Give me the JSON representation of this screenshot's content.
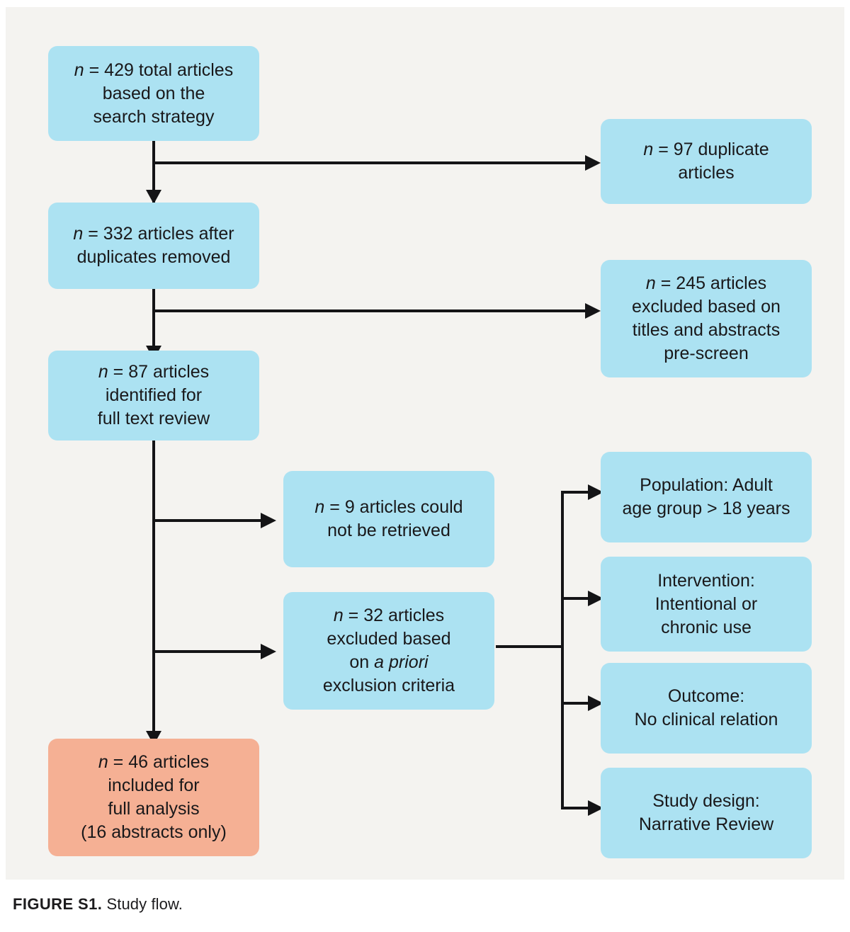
{
  "figure": {
    "caption_label": "FIGURE S1.",
    "caption_text": "Study flow.",
    "panel_background": "#f4f3f0",
    "node_fill_blue": "#ace2f2",
    "node_fill_salmon": "#f5b094",
    "connector_color": "#141416",
    "text_color": "#19181a"
  },
  "nodes": {
    "total_articles": {
      "line1_var": "n",
      "line1_rest": " = 429 total articles",
      "line2": "based on the",
      "line3": "search strategy"
    },
    "duplicates": {
      "line1_var": "n",
      "line1_rest": " = 97 duplicate",
      "line2": "articles"
    },
    "after_duplicates": {
      "line1_var": "n",
      "line1_rest": " = 332 articles after",
      "line2": "duplicates removed"
    },
    "excluded_prescreen": {
      "line1_var": "n",
      "line1_rest": " = 245 articles",
      "line2": "excluded based on",
      "line3": "titles and abstracts",
      "line4": "pre-screen"
    },
    "full_text_review": {
      "line1_var": "n",
      "line1_rest": " = 87 articles",
      "line2": "identified for",
      "line3": "full text review"
    },
    "not_retrieved": {
      "line1_var": "n",
      "line1_rest": " = 9 articles could",
      "line2": "not be retrieved"
    },
    "excluded_apriori": {
      "line1_var": "n",
      "line1_rest": " = 32 articles",
      "line2": "excluded based",
      "line3_pre": "on ",
      "line3_ital": "a priori",
      "line4": "exclusion criteria"
    },
    "included": {
      "line1_var": "n",
      "line1_rest": " = 46 articles",
      "line2": "included for",
      "line3": "full analysis",
      "line4": "(16 abstracts only)"
    },
    "criteria_population": {
      "line1": "Population: Adult",
      "line2": "age group > 18 years"
    },
    "criteria_intervention": {
      "line1": "Intervention:",
      "line2": "Intentional or",
      "line3": "chronic use"
    },
    "criteria_outcome": {
      "line1": "Outcome:",
      "line2": "No clinical relation"
    },
    "criteria_study_design": {
      "line1": "Study design:",
      "line2": "Narrative Review"
    }
  },
  "chart_data": {
    "type": "diagram",
    "title": "Study flow",
    "flow": [
      {
        "id": "total_articles",
        "label": "n = 429 total articles based on the search strategy",
        "value": 429,
        "fill": "#ace2f2"
      },
      {
        "id": "duplicates",
        "label": "n = 97 duplicate articles",
        "value": 97,
        "fill": "#ace2f2"
      },
      {
        "id": "after_duplicates",
        "label": "n = 332 articles after duplicates removed",
        "value": 332,
        "fill": "#ace2f2"
      },
      {
        "id": "excluded_prescreen",
        "label": "n = 245 articles excluded based on titles and abstracts pre-screen",
        "value": 245,
        "fill": "#ace2f2"
      },
      {
        "id": "full_text_review",
        "label": "n = 87 articles identified for full text review",
        "value": 87,
        "fill": "#ace2f2"
      },
      {
        "id": "not_retrieved",
        "label": "n = 9 articles could not be retrieved",
        "value": 9,
        "fill": "#ace2f2"
      },
      {
        "id": "excluded_apriori",
        "label": "n = 32 articles excluded based on a priori exclusion criteria",
        "value": 32,
        "fill": "#ace2f2"
      },
      {
        "id": "included",
        "label": "n = 46 articles included for full analysis (16 abstracts only)",
        "value": 46,
        "fill": "#f5b094"
      },
      {
        "id": "criteria_population",
        "label": "Population: Adult age group > 18 years",
        "fill": "#ace2f2"
      },
      {
        "id": "criteria_intervention",
        "label": "Intervention: Intentional or chronic use",
        "fill": "#ace2f2"
      },
      {
        "id": "criteria_outcome",
        "label": "Outcome: No clinical relation",
        "fill": "#ace2f2"
      },
      {
        "id": "criteria_study_design",
        "label": "Study design: Narrative Review",
        "fill": "#ace2f2"
      }
    ],
    "edges": [
      {
        "from": "total_articles",
        "to": "duplicates"
      },
      {
        "from": "total_articles",
        "to": "after_duplicates"
      },
      {
        "from": "after_duplicates",
        "to": "excluded_prescreen"
      },
      {
        "from": "after_duplicates",
        "to": "full_text_review"
      },
      {
        "from": "full_text_review",
        "to": "not_retrieved"
      },
      {
        "from": "full_text_review",
        "to": "excluded_apriori"
      },
      {
        "from": "full_text_review",
        "to": "included"
      },
      {
        "from": "excluded_apriori",
        "to": "criteria_population"
      },
      {
        "from": "excluded_apriori",
        "to": "criteria_intervention"
      },
      {
        "from": "excluded_apriori",
        "to": "criteria_outcome"
      },
      {
        "from": "excluded_apriori",
        "to": "criteria_study_design"
      }
    ]
  }
}
